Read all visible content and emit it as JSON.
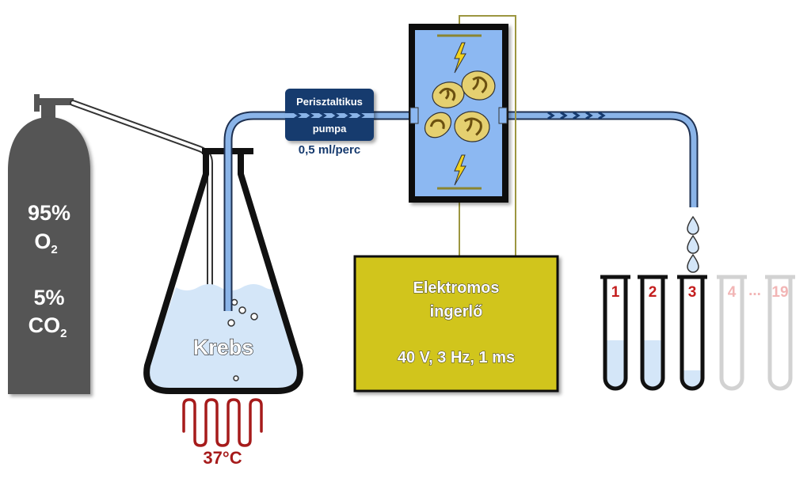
{
  "gas_cylinder": {
    "o2_percent": "95%",
    "o2_symbol": "O",
    "o2_subscript": "2",
    "co2_percent": "5%",
    "co2_symbol": "CO",
    "co2_subscript": "2"
  },
  "flask": {
    "label": "Krebs"
  },
  "heater": {
    "temperature": "37°C"
  },
  "pump": {
    "line1": "Perisztaltikus",
    "line2": "pumpa",
    "rate": "0,5 ml/perc"
  },
  "stimulator": {
    "line1": "Elektromos",
    "line2": "ingerlő",
    "params": "40 V, 3 Hz, 1 ms"
  },
  "tubes": {
    "labels": [
      "1",
      "2",
      "3",
      "4",
      "...",
      "19"
    ],
    "active_color": "#c41e1e",
    "faded_color": "#f2b5b5"
  },
  "colors": {
    "cylinder": "#555555",
    "stimulator_fill": "#d1c51c",
    "chamber_fill": "#8cb8f2",
    "tubing": "#8ab4e8",
    "pump_fill": "#163a6e",
    "liquid": "#d4e6f8",
    "heater": "#a61b1b"
  }
}
